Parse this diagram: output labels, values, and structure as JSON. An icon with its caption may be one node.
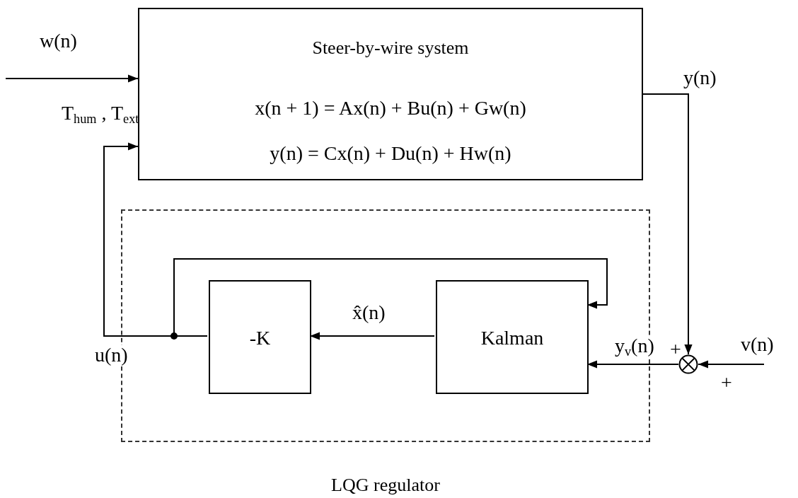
{
  "diagram": {
    "nodes": [
      {
        "text": [
          "Steer-by-wire system",
          "x(n + 1) = Ax(n) + Bu(n) + Gw(n)",
          "y(n) = Cx(n) + Du(n) + Hw(n)"
        ]
      },
      {
        "text": [
          "LQG regulator"
        ]
      },
      {
        "text": [
          "-K"
        ],
        "in": 1
      },
      {
        "text": [
          "Kalman"
        ],
        "in": 1
      },
      {
        "text": [],
        "shape": "circle"
      }
    ],
    "edges": [
      {
        "from": null,
        "to": 0,
        "arrow": "to",
        "label": "w(n)"
      },
      {
        "from": 2,
        "to": 0,
        "arrow": "to",
        "label": "u(n)"
      },
      {
        "from": 2,
        "to": 3,
        "arrow": "to"
      },
      {
        "from": 3,
        "to": 2,
        "arrow": "to",
        "label": "x̂(n)"
      },
      {
        "from": 0,
        "to": 4,
        "arrow": "to",
        "label": "y(n)"
      },
      {
        "from": null,
        "to": 4,
        "arrow": "to",
        "label": "v(n)"
      },
      {
        "from": 4,
        "to": 3,
        "arrow": "to",
        "label": "y$_{v}$(n)"
      }
    ],
    "labels": [
      "T$_{hum}$ , T$_{ext}$",
      "+",
      "+"
    ]
  }
}
